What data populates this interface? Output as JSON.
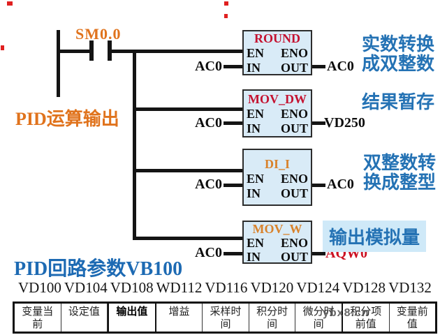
{
  "diagram": {
    "rung_contact_label": "SM0.0",
    "left_title": "PID运算输出",
    "bottom_title": "PID回路参数VB100",
    "blocks": [
      {
        "title": "ROUND",
        "en": "EN",
        "eno": "ENO",
        "in_label": "IN",
        "out_label": "OUT",
        "input_operand": "AC0",
        "output_operand": "AC0",
        "note_line1": "实数转换",
        "note_line2": "成双整数"
      },
      {
        "title": "MOV_DW",
        "en": "EN",
        "eno": "ENO",
        "in_label": "IN",
        "out_label": "OUT",
        "input_operand": "AC0",
        "output_operand": "VD250",
        "note_line1": "结果暂存",
        "note_line2": ""
      },
      {
        "title": "DI_I",
        "en": "EN",
        "eno": "ENO",
        "in_label": "IN",
        "out_label": "OUT",
        "input_operand": "AC0",
        "output_operand": "AC0",
        "note_line1": "双整数转",
        "note_line2": "换成整型"
      },
      {
        "title": "MOV_W",
        "en": "EN",
        "eno": "ENO",
        "in_label": "IN",
        "out_label": "OUT",
        "input_operand": "AC0",
        "output_operand": "AQW0",
        "note_line1": "输出模拟量",
        "note_line2": ""
      }
    ]
  },
  "address_row": [
    "VD100",
    "VD104",
    "VD108",
    "WD112",
    "VD116",
    "VD120",
    "VD124",
    "VD128",
    "VD132"
  ],
  "param_table": {
    "cells": [
      {
        "line1": "变量当",
        "line2": "前"
      },
      {
        "line1": "设定值",
        "line2": ""
      },
      {
        "line1": "输出值",
        "line2": ""
      },
      {
        "line1": "增益",
        "line2": ""
      },
      {
        "line1": "采样时",
        "line2": "间"
      },
      {
        "line1": "积分时",
        "line2": "间"
      },
      {
        "line1": "微分时",
        "line2": "间"
      },
      {
        "line1": "积分项",
        "line2": "前值"
      },
      {
        "line1": "变量前",
        "line2": "值"
      }
    ]
  },
  "watermark": "ybx8.cn",
  "colors": {
    "block_fill": "#d9ebf7",
    "block_title_red": "#c41230",
    "block_title_orange": "#d9822b",
    "note_blue": "#2472b4",
    "accent_orange": "#e0731d",
    "bottom_title_blue": "#1d6ab3",
    "output_operand_red": "#cc1122",
    "note_highlight_bg": "#cfe9f8",
    "wire_black": "#141414"
  }
}
